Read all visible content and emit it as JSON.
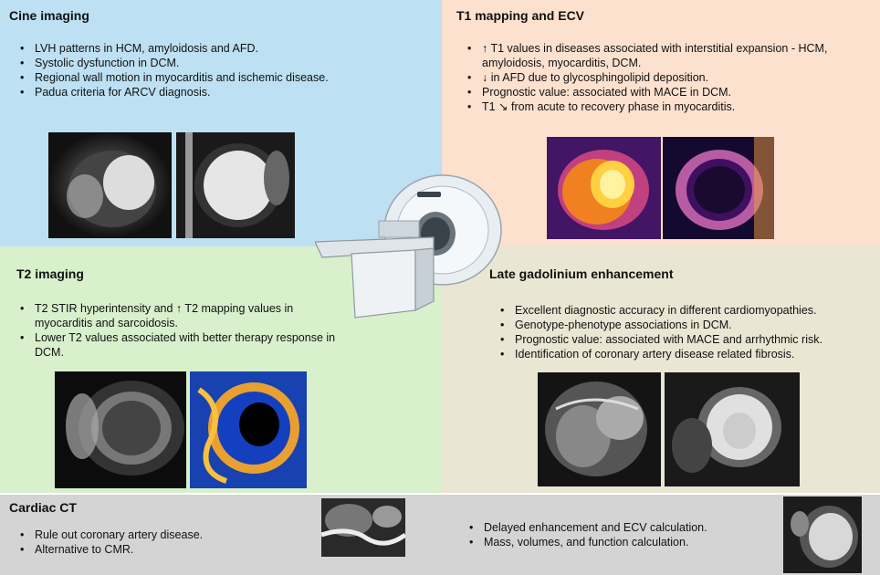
{
  "cine": {
    "title": "Cine imaging",
    "bullets": [
      "LVH patterns in HCM, amyloidosis and AFD.",
      "Systolic dysfunction in DCM.",
      "Regional wall motion in myocarditis and ischemic disease.",
      "Padua criteria for ARCV diagnosis."
    ]
  },
  "t1": {
    "title": "T1 mapping and ECV",
    "bullets": [
      "↑ T1 values in diseases associated with interstitial expansion - HCM, amyloidosis, myocarditis, DCM.",
      "↓ in AFD due to glycosphingolipid deposition.",
      "Prognostic value: associated with MACE in DCM.",
      "T1 ↘ from acute to recovery phase in myocarditis."
    ]
  },
  "t2": {
    "title": "T2 imaging",
    "bullets": [
      "T2 STIR hyperintensity and ↑ T2 mapping values in myocarditis and sarcoidosis.",
      "Lower T2 values associated with better therapy response in DCM."
    ]
  },
  "lge": {
    "title": "Late gadolinium enhancement",
    "bullets": [
      "Excellent diagnostic accuracy in different cardiomyopathies.",
      "Genotype-phenotype associations in DCM.",
      "Prognostic value: associated with MACE and arrhythmic risk.",
      "Identification of coronary artery disease related fibrosis."
    ]
  },
  "ct": {
    "title": "Cardiac CT",
    "bullets_left": [
      "Rule out coronary artery disease.",
      "Alternative to CMR."
    ],
    "bullets_right": [
      "Delayed enhancement and ECV calculation.",
      "Mass, volumes, and function calculation."
    ]
  },
  "colors": {
    "cine_bg": "#bde0f2",
    "t1_bg": "#fce1cf",
    "t2_bg": "#d8f0cc",
    "lge_bg": "#e9e6d3",
    "ct_bg": "#d4d4d4"
  }
}
